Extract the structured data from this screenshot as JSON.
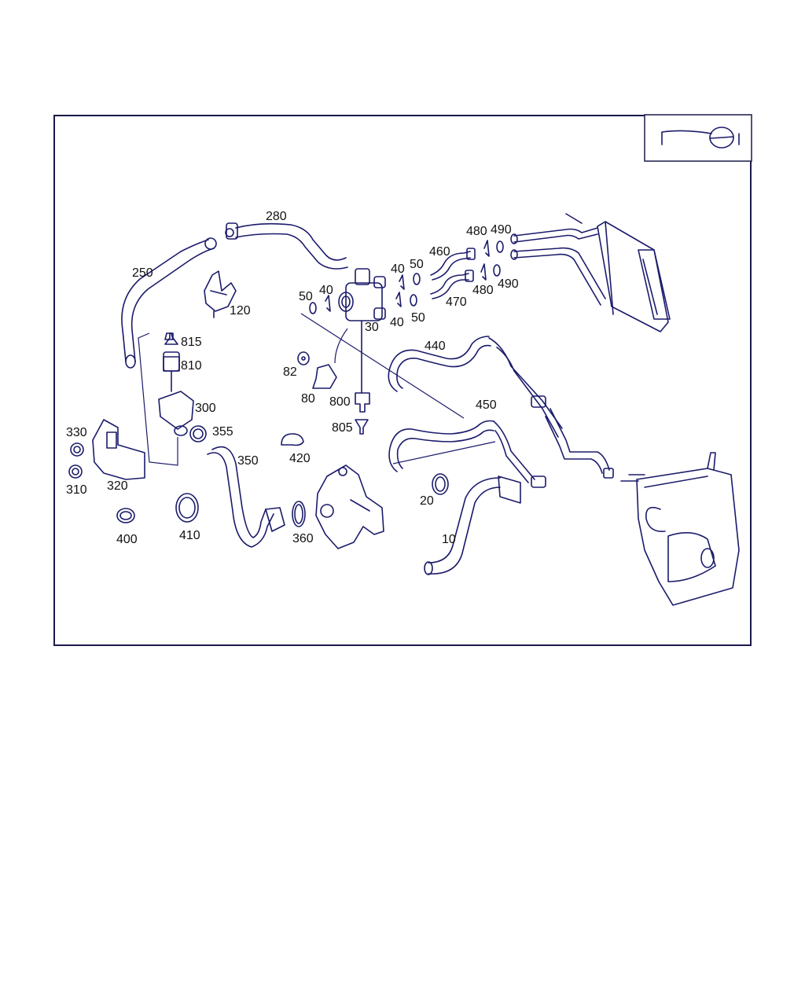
{
  "callouts": {
    "c10": "10",
    "c20": "20",
    "c30": "30",
    "c40a": "40",
    "c40b": "40",
    "c40c": "40",
    "c50a": "50",
    "c50b": "50",
    "c50c": "50",
    "c80": "80",
    "c82": "82",
    "c120": "120",
    "c250": "250",
    "c280": "280",
    "c300": "300",
    "c310": "310",
    "c320": "320",
    "c330": "330",
    "c350": "350",
    "c355": "355",
    "c360": "360",
    "c400": "400",
    "c410": "410",
    "c420": "420",
    "c440": "440",
    "c450": "450",
    "c460": "460",
    "c470": "470",
    "c480a": "480",
    "c480b": "480",
    "c490a": "490",
    "c490b": "490",
    "c800": "800",
    "c805": "805",
    "c810": "810",
    "c815": "815"
  },
  "colors": {
    "line": "#1b1b6b",
    "text": "#111111"
  },
  "icons": {
    "orientation": "vehicle-orientation-icon"
  }
}
